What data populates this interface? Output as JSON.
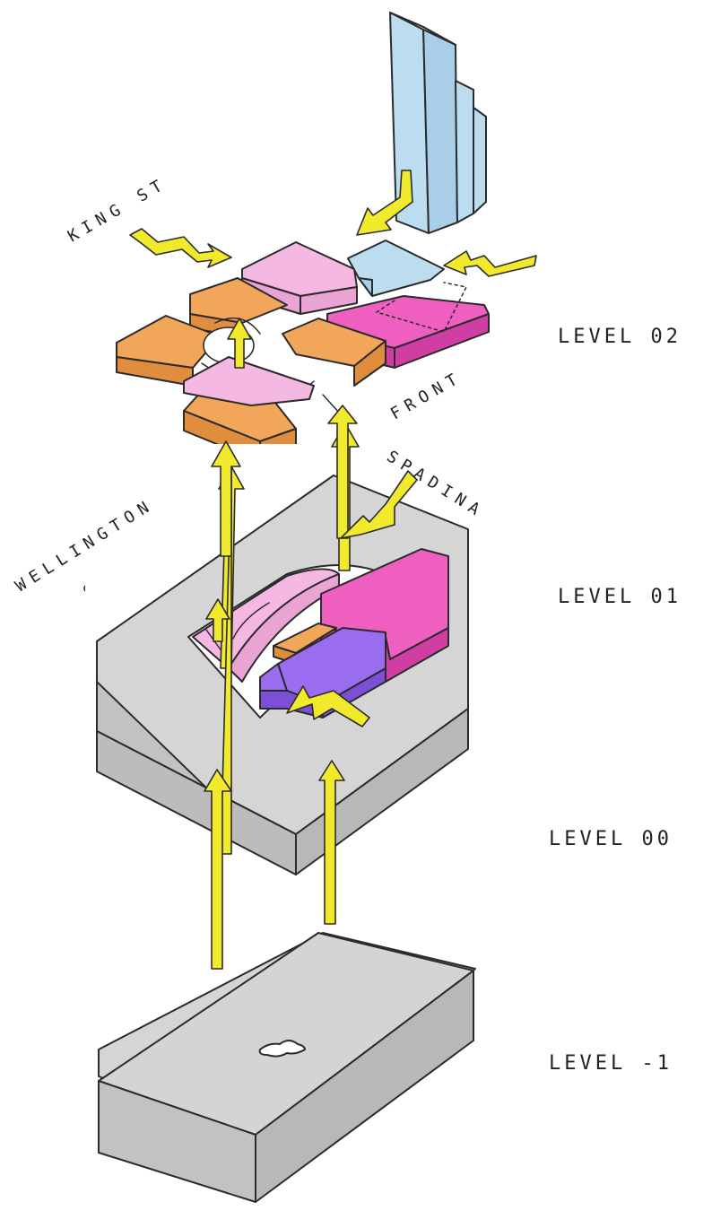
{
  "levels": {
    "level_02": "LEVEL 02",
    "level_01": "LEVEL 01",
    "level_00": "LEVEL 00",
    "level_m1": "LEVEL -1"
  },
  "streets": {
    "king": "KING ST",
    "spadina": "SPADINA",
    "wellington": "WELLINGTON",
    "front": "FRONT"
  },
  "palette": {
    "tower_blue": "#bcdcf0",
    "orange": "#f2a65a",
    "light_pink": "#f4b8e2",
    "magenta": "#ee5fc0",
    "grey": "#cfcfcf",
    "purple": "#9a6cf0",
    "arrow_yellow": "#f1ea2c"
  }
}
